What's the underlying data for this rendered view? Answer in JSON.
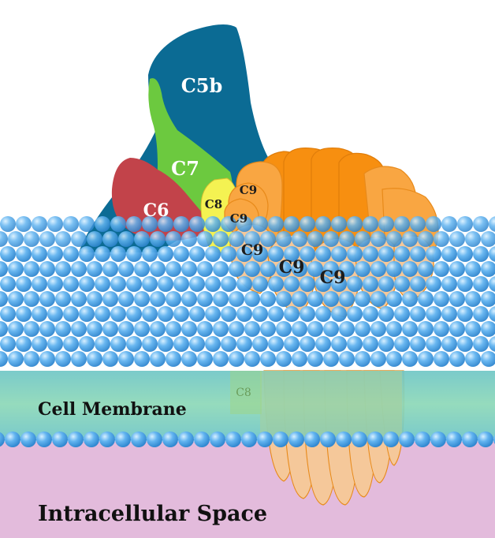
{
  "labels": {
    "c5b": "C5b",
    "c7": "C7",
    "c6": "C6",
    "c8": "C8",
    "c8_inner": "C8",
    "c9_top": "C9",
    "c9_mid": "C9",
    "c9_left": "C9",
    "c9_center": "C9",
    "c9_right": "C9",
    "membrane": "Cell Membrane",
    "intracellular": "Intracellular Space"
  },
  "colors": {
    "c5b": "#0b6b94",
    "c7": "#6cc93f",
    "c6": "#c2434a",
    "c8": "#f4f252",
    "c9_back": "#f78f10",
    "c9_mid": "#f9a642",
    "c9_front": "#f5c89a",
    "c9_stroke": "#e88a1a",
    "membrane_bead": "#4fa9ec",
    "membrane_band": "#7fcfb6",
    "intracellular": "#e3bbdc",
    "background": "#ffffff"
  }
}
